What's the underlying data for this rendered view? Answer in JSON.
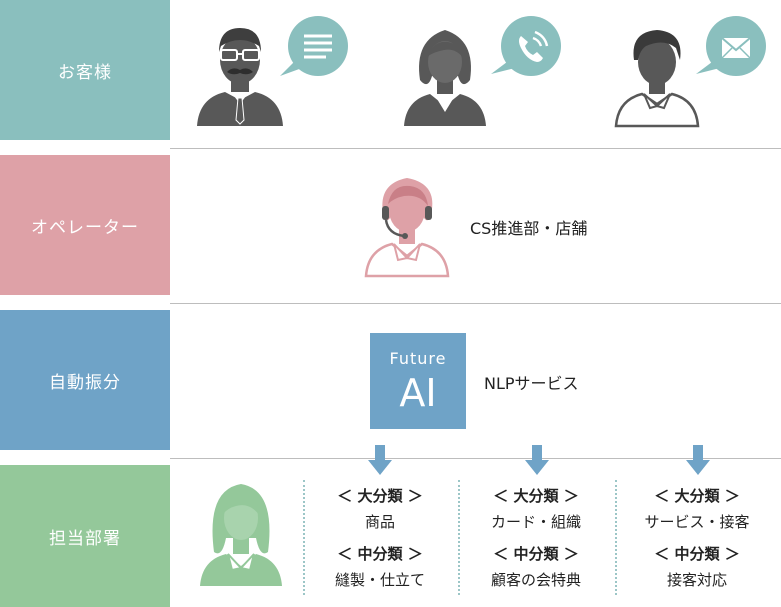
{
  "rows": [
    {
      "label": "お客様",
      "color": "#8abfbe"
    },
    {
      "label": "オペレーター",
      "color": "#dea1a7"
    },
    {
      "label": "自動振分",
      "color": "#6fa3c7"
    },
    {
      "label": "担当部署",
      "color": "#94c89a"
    }
  ],
  "customers": [
    {
      "icon": "businessman-avatar-icon",
      "bubble": "document-lines-icon"
    },
    {
      "icon": "woman-avatar-icon",
      "bubble": "phone-icon"
    },
    {
      "icon": "young-man-avatar-icon",
      "bubble": "mail-icon"
    }
  ],
  "operator": {
    "icon": "operator-headset-icon",
    "text": "CS推進部・店舗"
  },
  "ai": {
    "line1": "Future",
    "line2": "AI",
    "text": "NLPサービス"
  },
  "department": {
    "icon": "woman-staff-icon",
    "categories": [
      {
        "major_label": "＜ 大分類 ＞",
        "major": "商品",
        "mid_label": "＜ 中分類 ＞",
        "mid": "縫製・仕立て"
      },
      {
        "major_label": "＜ 大分類 ＞",
        "major": "カード・組織",
        "mid_label": "＜ 中分類 ＞",
        "mid": "顧客の会特典"
      },
      {
        "major_label": "＜ 大分類 ＞",
        "major": "サービス・接客",
        "mid_label": "＜ 中分類 ＞",
        "mid": "接客対応"
      }
    ]
  },
  "colors": {
    "bubble": "#8abfbe",
    "arrow": "#6fa3c7",
    "dark": "#585858"
  }
}
